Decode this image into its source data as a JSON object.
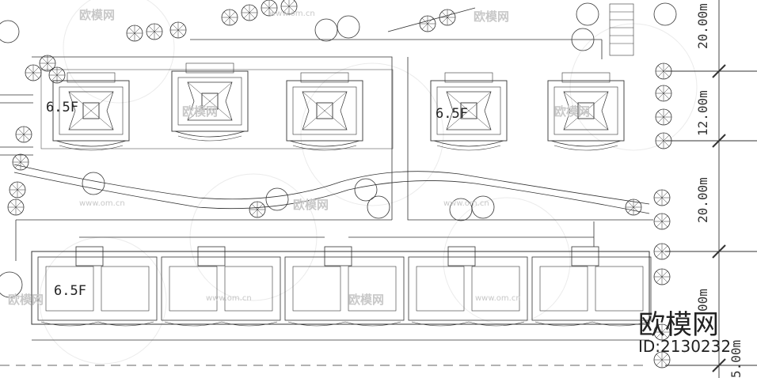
{
  "plan": {
    "building_labels": [
      "6.5F",
      "6.5F",
      "6.5F"
    ],
    "dimensions": [
      "20.00m",
      "12.00m",
      "20.00m",
      "00m",
      "5.00m"
    ]
  },
  "watermark": {
    "brand_small": "欧模网",
    "url": "www.om.cn",
    "brand_large": "欧模网",
    "id": "ID:2130232"
  }
}
